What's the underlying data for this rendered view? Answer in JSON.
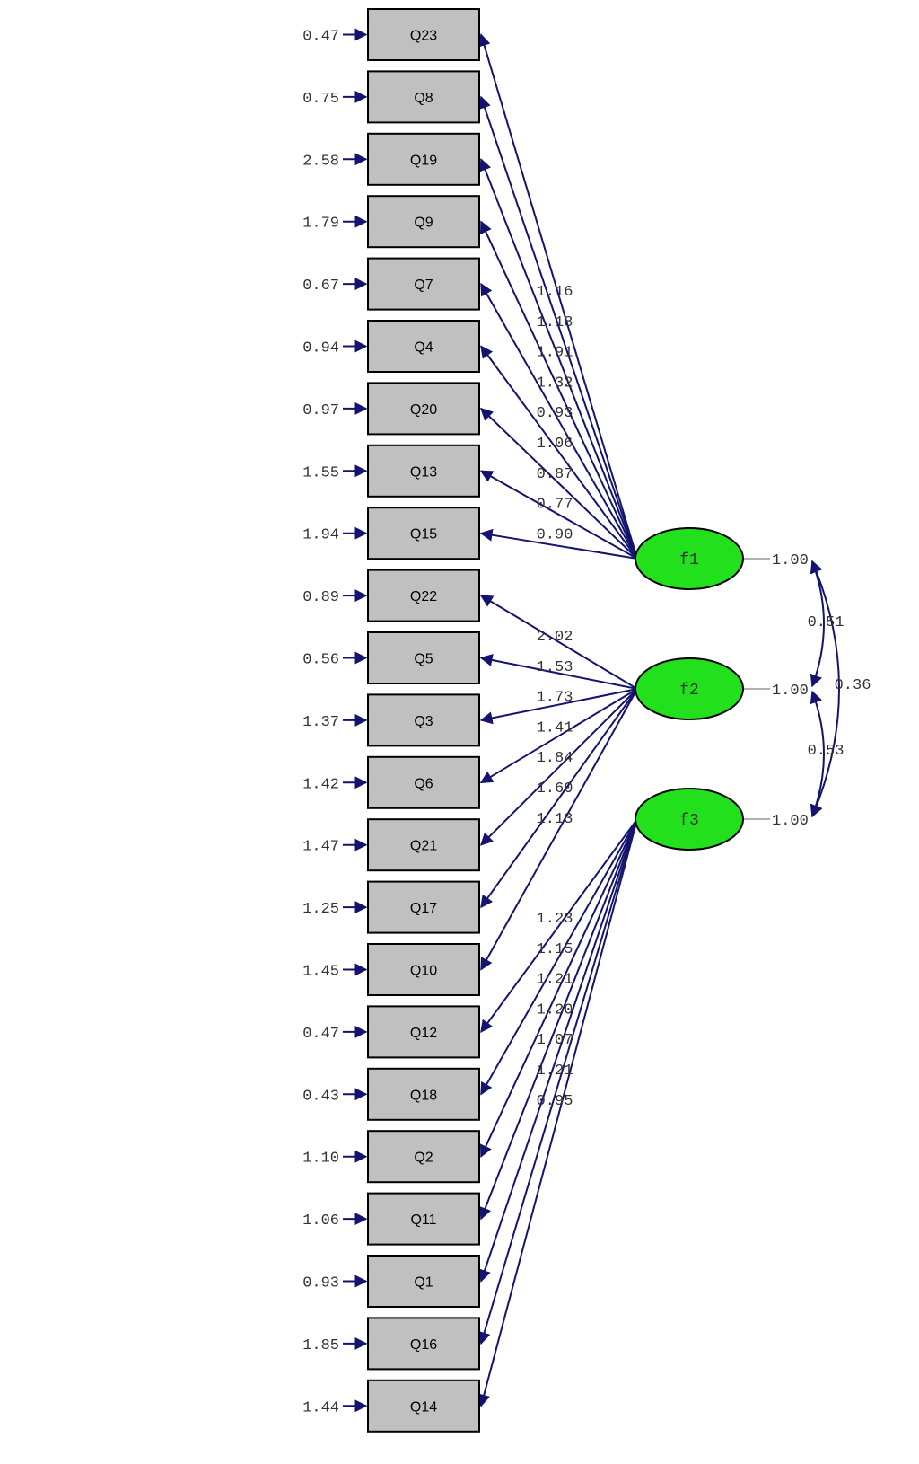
{
  "diagram": {
    "colors": {
      "indicator_fill": "#c0c0c0",
      "factor_fill": "#22e01c",
      "path_stroke": "#141470",
      "text": "#333333"
    },
    "indicators": [
      {
        "name": "Q23",
        "error": "0.47"
      },
      {
        "name": "Q8",
        "error": "0.75"
      },
      {
        "name": "Q19",
        "error": "2.58"
      },
      {
        "name": "Q9",
        "error": "1.79"
      },
      {
        "name": "Q7",
        "error": "0.67"
      },
      {
        "name": "Q4",
        "error": "0.94"
      },
      {
        "name": "Q20",
        "error": "0.97"
      },
      {
        "name": "Q13",
        "error": "1.55"
      },
      {
        "name": "Q15",
        "error": "1.94"
      },
      {
        "name": "Q22",
        "error": "0.89"
      },
      {
        "name": "Q5",
        "error": "0.56"
      },
      {
        "name": "Q3",
        "error": "1.37"
      },
      {
        "name": "Q6",
        "error": "1.42"
      },
      {
        "name": "Q21",
        "error": "1.47"
      },
      {
        "name": "Q17",
        "error": "1.25"
      },
      {
        "name": "Q10",
        "error": "1.45"
      },
      {
        "name": "Q12",
        "error": "0.47"
      },
      {
        "name": "Q18",
        "error": "0.43"
      },
      {
        "name": "Q2",
        "error": "1.10"
      },
      {
        "name": "Q11",
        "error": "1.06"
      },
      {
        "name": "Q1",
        "error": "0.93"
      },
      {
        "name": "Q16",
        "error": "1.85"
      },
      {
        "name": "Q14",
        "error": "1.44"
      }
    ],
    "factors": [
      {
        "name": "f1",
        "variance": "1.00",
        "loadings": [
          "1.16",
          "1.18",
          "1.91",
          "1.32",
          "0.93",
          "1.06",
          "0.87",
          "0.77",
          "0.90"
        ]
      },
      {
        "name": "f2",
        "variance": "1.00",
        "loadings": [
          "2.02",
          "1.53",
          "1.73",
          "1.41",
          "1.84",
          "1.60",
          "1.13"
        ]
      },
      {
        "name": "f3",
        "variance": "1.00",
        "loadings": [
          "1.23",
          "1.15",
          "1.21",
          "1.20",
          "1.07",
          "1.21",
          "0.95"
        ]
      }
    ],
    "covariances": [
      {
        "between": [
          "f1",
          "f2"
        ],
        "value": "0.51"
      },
      {
        "between": [
          "f2",
          "f3"
        ],
        "value": "0.53"
      },
      {
        "between": [
          "f1",
          "f3"
        ],
        "value": "0.36"
      }
    ]
  }
}
